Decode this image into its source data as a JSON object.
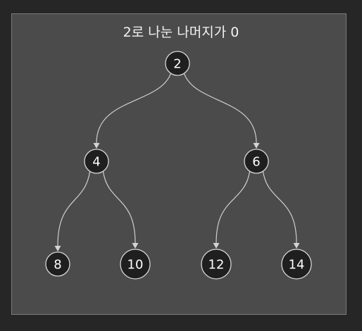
{
  "diagram": {
    "title": "2로 나눈 나머지가 0",
    "colors": {
      "background": "#262626",
      "panel": "#4a4b4a",
      "panel_border": "#7a7a7a",
      "node_fill": "#1f1f1f",
      "node_stroke": "#d8d8d8",
      "edge": "#cfcfcf",
      "text": "#ffffff"
    },
    "nodes": [
      {
        "id": "n2",
        "label": "2"
      },
      {
        "id": "n4",
        "label": "4"
      },
      {
        "id": "n6",
        "label": "6"
      },
      {
        "id": "n8",
        "label": "8"
      },
      {
        "id": "n10",
        "label": "10"
      },
      {
        "id": "n12",
        "label": "12"
      },
      {
        "id": "n14",
        "label": "14"
      }
    ],
    "edges": [
      {
        "from": "n2",
        "to": "n4"
      },
      {
        "from": "n2",
        "to": "n6"
      },
      {
        "from": "n4",
        "to": "n8"
      },
      {
        "from": "n4",
        "to": "n10"
      },
      {
        "from": "n6",
        "to": "n12"
      },
      {
        "from": "n6",
        "to": "n14"
      }
    ]
  }
}
